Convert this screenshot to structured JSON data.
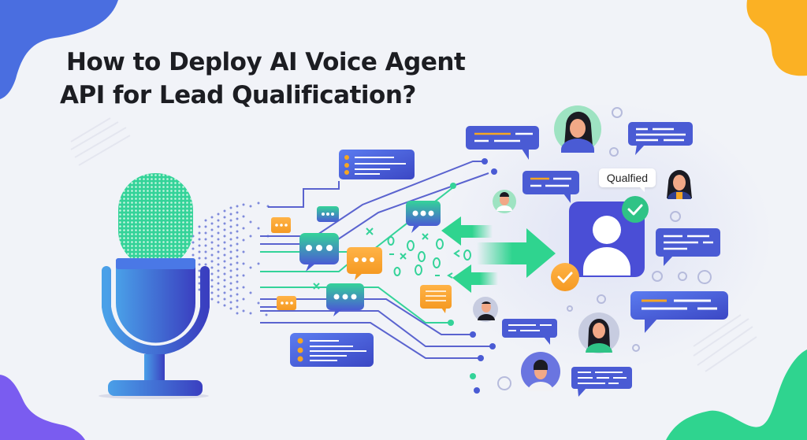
{
  "title": {
    "line1": "How to Deploy AI Voice Agent",
    "line2": "API for Lead Qualification?"
  },
  "badge": {
    "label": "Qualfied"
  },
  "colors": {
    "background": "#f1f3f8",
    "title_text": "#1c1d22",
    "primary_blue": "#4a5bd4",
    "accent_green": "#2fd48f",
    "accent_orange": "#f5a623",
    "blob_blue": "#4a6ee0",
    "blob_yellow": "#fbb124",
    "blob_purple": "#7a5cf0",
    "blob_green": "#2fd48f"
  },
  "icons": [
    "microphone-icon",
    "sound-wave-dots",
    "chat-bubble-icon",
    "typing-dots-icon",
    "arrow-left-icon",
    "arrow-right-icon",
    "user-profile-icon",
    "checkmark-badge-icon",
    "person-avatar-icon"
  ]
}
